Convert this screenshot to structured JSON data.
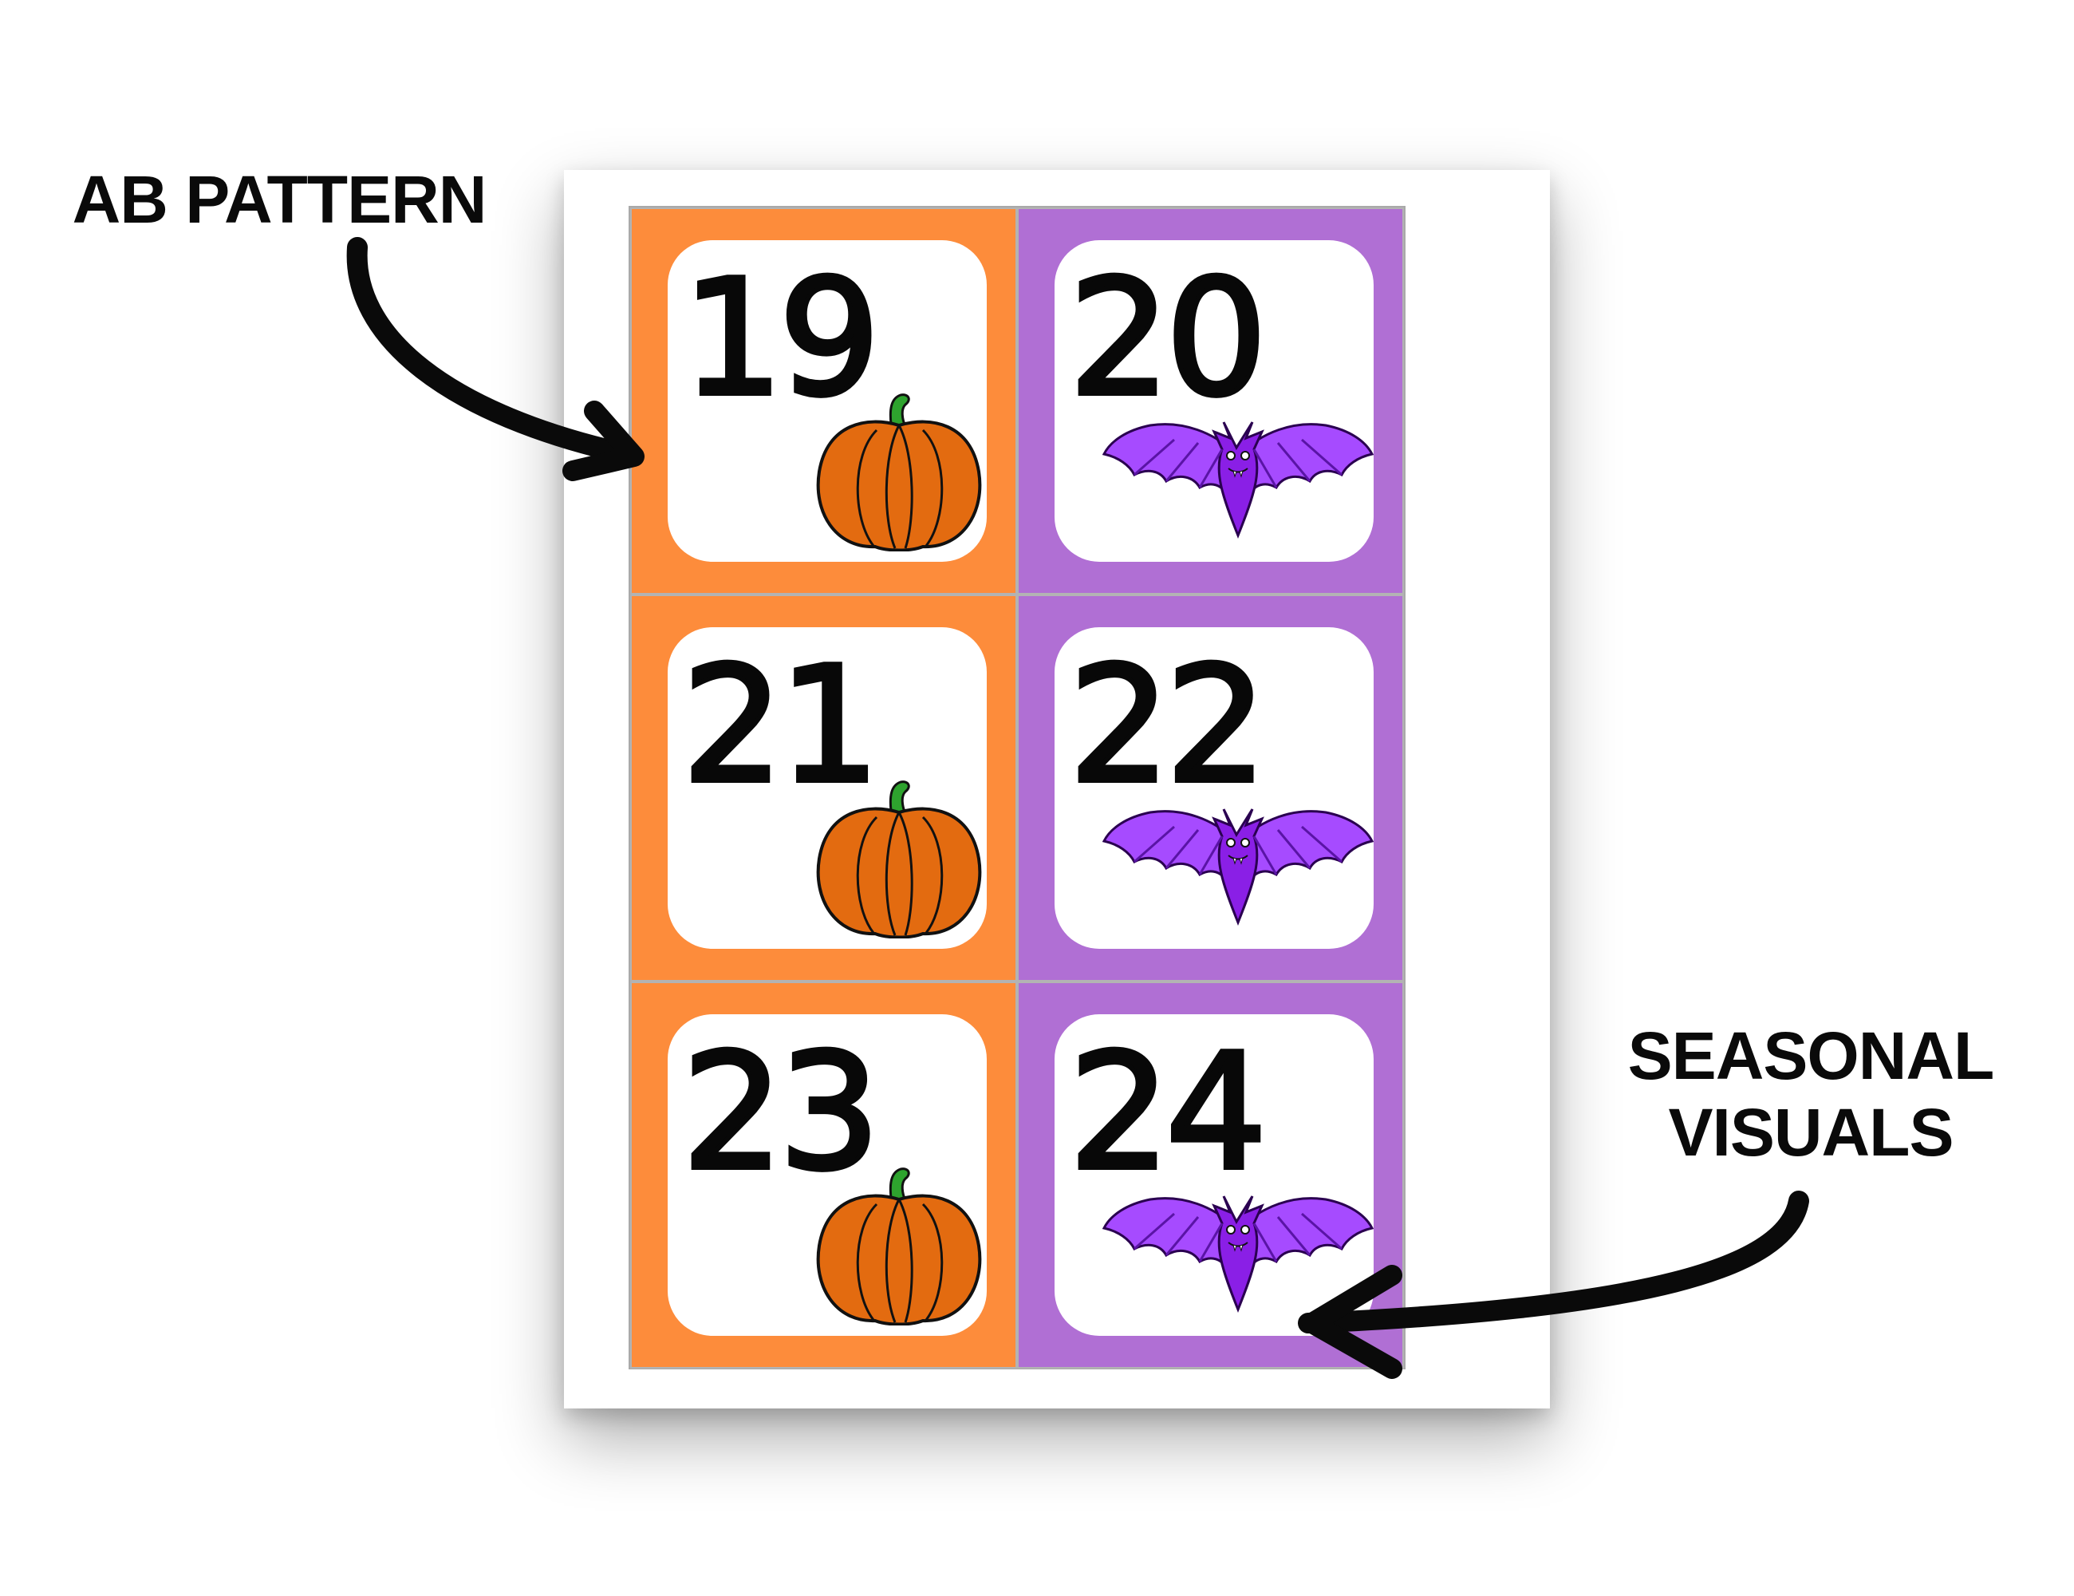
{
  "callouts": {
    "left": "AB PATTERN",
    "right_line1": "SEASONAL",
    "right_line2": "VISUALS"
  },
  "colors": {
    "orange": "#fd8c3b",
    "purple": "#b06fd4",
    "pumpkin_body": "#e36b10",
    "pumpkin_stem": "#2ea32e",
    "bat_body": "#8a1fe6",
    "bat_wing_light": "#a64bff"
  },
  "cards": [
    {
      "number": "19",
      "color": "orange",
      "icon": "pumpkin-icon"
    },
    {
      "number": "20",
      "color": "purple",
      "icon": "bat-icon"
    },
    {
      "number": "21",
      "color": "orange",
      "icon": "pumpkin-icon"
    },
    {
      "number": "22",
      "color": "purple",
      "icon": "bat-icon"
    },
    {
      "number": "23",
      "color": "orange",
      "icon": "pumpkin-icon"
    },
    {
      "number": "24",
      "color": "purple",
      "icon": "bat-icon"
    }
  ]
}
